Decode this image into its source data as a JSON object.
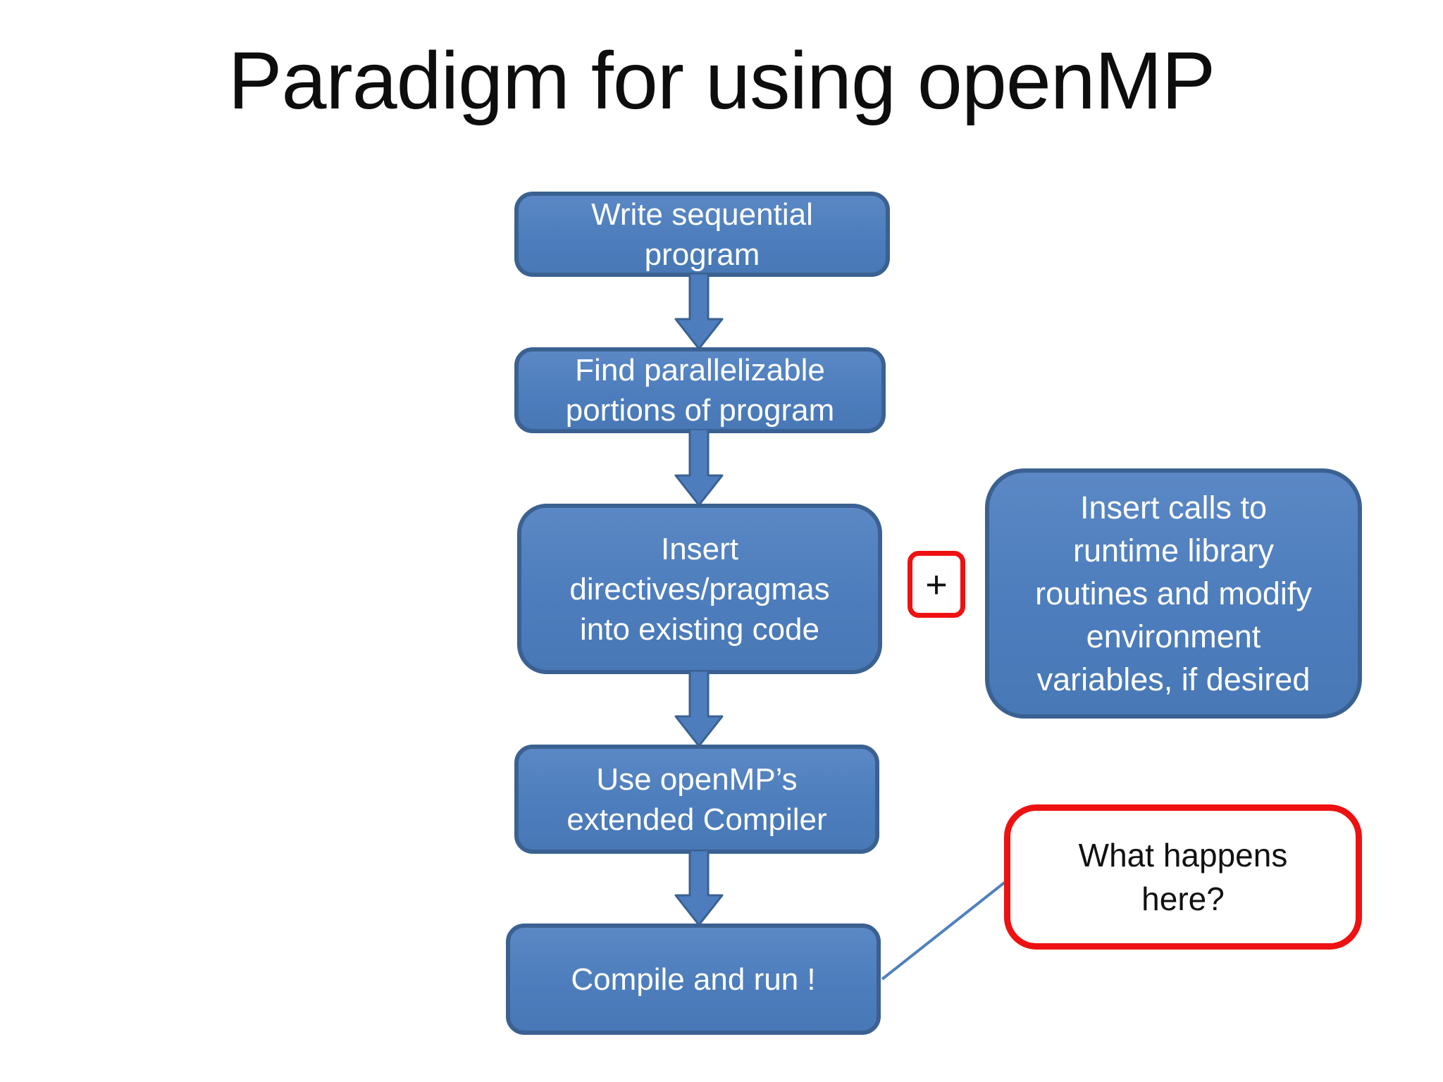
{
  "title": "Paradigm for using openMP",
  "colors": {
    "box_fill": "#4d7dbc",
    "box_border": "#3a6191",
    "box_text": "#ffffff",
    "highlight_border": "#ee1111",
    "connector_line": "#4f81bd",
    "title_text": "#0d0d0d",
    "background": "#ffffff"
  },
  "flow": {
    "steps": [
      {
        "id": "write-sequential-program",
        "text": "Write sequential\nprogram"
      },
      {
        "id": "find-parallelizable-portions",
        "text": "Find parallelizable\nportions of program"
      },
      {
        "id": "insert-directives-pragmas",
        "text": "Insert\ndirectives/pragmas\ninto existing code"
      },
      {
        "id": "use-openmp-compiler",
        "text": "Use openMP’s\nextended Compiler"
      },
      {
        "id": "compile-and-run",
        "text": "Compile and run !"
      }
    ]
  },
  "plus_sign": "+",
  "side_note": {
    "text": "Insert calls to\nruntime library\nroutines and modify\nenvironment\nvariables, if desired"
  },
  "callout": {
    "text": "What happens\nhere?"
  }
}
